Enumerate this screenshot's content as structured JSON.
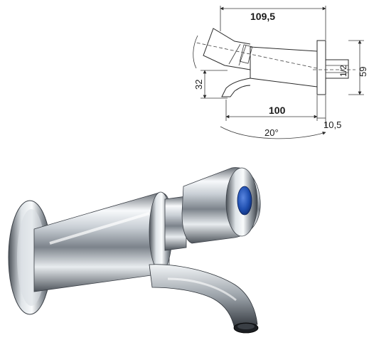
{
  "drawing": {
    "dimensions": {
      "overall_length": "109,5",
      "spout_length": "100",
      "wall_offset": "10,5",
      "height": "59",
      "spout_height": "32",
      "thread": "1/2",
      "angle": "20°"
    }
  },
  "colors": {
    "chrome_light": "#f4f6f8",
    "chrome_mid": "#b9c0c7",
    "chrome_dark": "#5a6068",
    "button_blue": "#1f4fb0",
    "line": "#2a2a2a"
  },
  "photo": {
    "subject": "tap-photo",
    "button_icon": "blue-push-button-icon"
  }
}
